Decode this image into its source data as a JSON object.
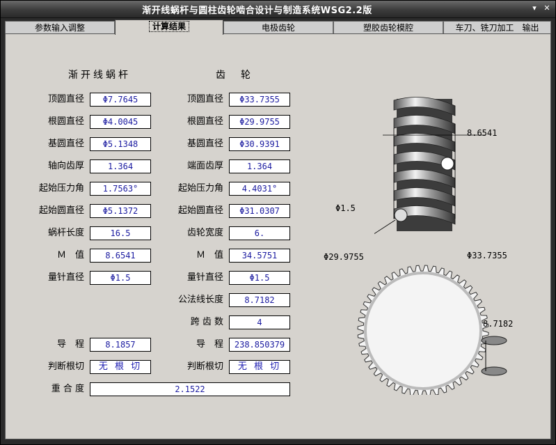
{
  "window": {
    "title": "渐开线蜗杆与圆柱齿轮啮合设计与制造系统WSG2.2版",
    "min_glyph": "▾",
    "close_glyph": "✕"
  },
  "tabs": [
    {
      "label": "参数输入调整"
    },
    {
      "label": "计算结果"
    },
    {
      "label": "电极齿轮"
    },
    {
      "label": "塑胶齿轮模腔"
    },
    {
      "label": "车刀、铣刀加工　输出"
    }
  ],
  "headers": {
    "worm": "渐开线蜗杆",
    "gear": "齿　轮"
  },
  "worm": {
    "labels": [
      "顶圆直径",
      "根圆直径",
      "基圆直径",
      "轴向齿厚",
      "起始压力角",
      "起始圆直径",
      "蜗杆长度",
      "Ｍ　值",
      "量针直径"
    ],
    "values": [
      "Φ7.7645",
      "Φ4.0045",
      "Φ5.1348",
      "1.364",
      "1.7563°",
      "Φ5.1372",
      "16.5",
      "8.6541",
      "Φ1.5"
    ]
  },
  "gear": {
    "labels": [
      "顶圆直径",
      "根圆直径",
      "基圆直径",
      "端面齿厚",
      "起始压力角",
      "起始圆直径",
      "齿轮宽度",
      "Ｍ　值",
      "量针直径",
      "公法线长度",
      "跨 齿 数"
    ],
    "values": [
      "Φ33.7355",
      "Φ29.9755",
      "Φ30.9391",
      "1.364",
      "4.4031°",
      "Φ31.0307",
      "6.",
      "34.5751",
      "Φ1.5",
      "8.7182",
      "4"
    ]
  },
  "lead": {
    "label": "导　程",
    "worm_value": "8.1857",
    "gear_value": "238.850379"
  },
  "undercut": {
    "label": "判断根切",
    "worm_value": "无 根 切",
    "gear_value": "无 根 切"
  },
  "overlap": {
    "label": "重 合 度",
    "value": "2.1522"
  },
  "annotations": {
    "worm_m": "8.6541",
    "worm_pin": "Φ1.5",
    "gear_root": "Φ29.9755",
    "gear_tip": "Φ33.7355",
    "gear_span": "8.7182"
  }
}
